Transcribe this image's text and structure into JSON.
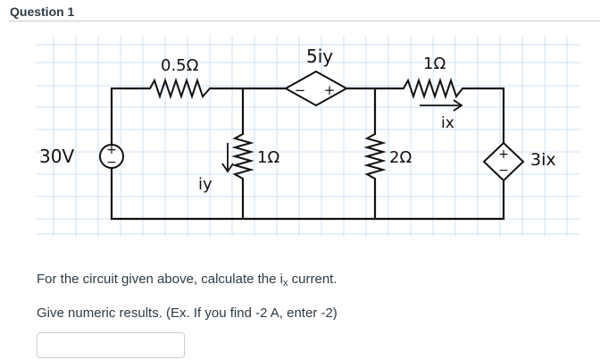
{
  "question": {
    "title": "Question 1",
    "prompt_prefix": "For the circuit given above, calculate the i",
    "prompt_sub": "x",
    "prompt_suffix": " current.",
    "instructions": "Give numeric results. (Ex. If you find -2 A, enter -2)",
    "answer_value": "",
    "answer_placeholder": ""
  },
  "circuit": {
    "source_voltage": "30V",
    "source_left_plus": "+",
    "source_left_minus": "−",
    "resistor_top_left": "0.5Ω",
    "dependent_voltage_label": "5iy",
    "dependent_voltage_minus": "−",
    "dependent_voltage_plus": "+",
    "resistor_top_right": "1Ω",
    "current_ix_label": "ix",
    "resistor_middle_1": "1Ω",
    "current_iy_label": "iy",
    "resistor_middle_2": "2Ω",
    "dependent_current_label": "3ix",
    "dep_source_plus": "+",
    "dep_source_minus": "−",
    "colors": {
      "grid": "#cfe0f5",
      "wire": "#111111"
    }
  }
}
